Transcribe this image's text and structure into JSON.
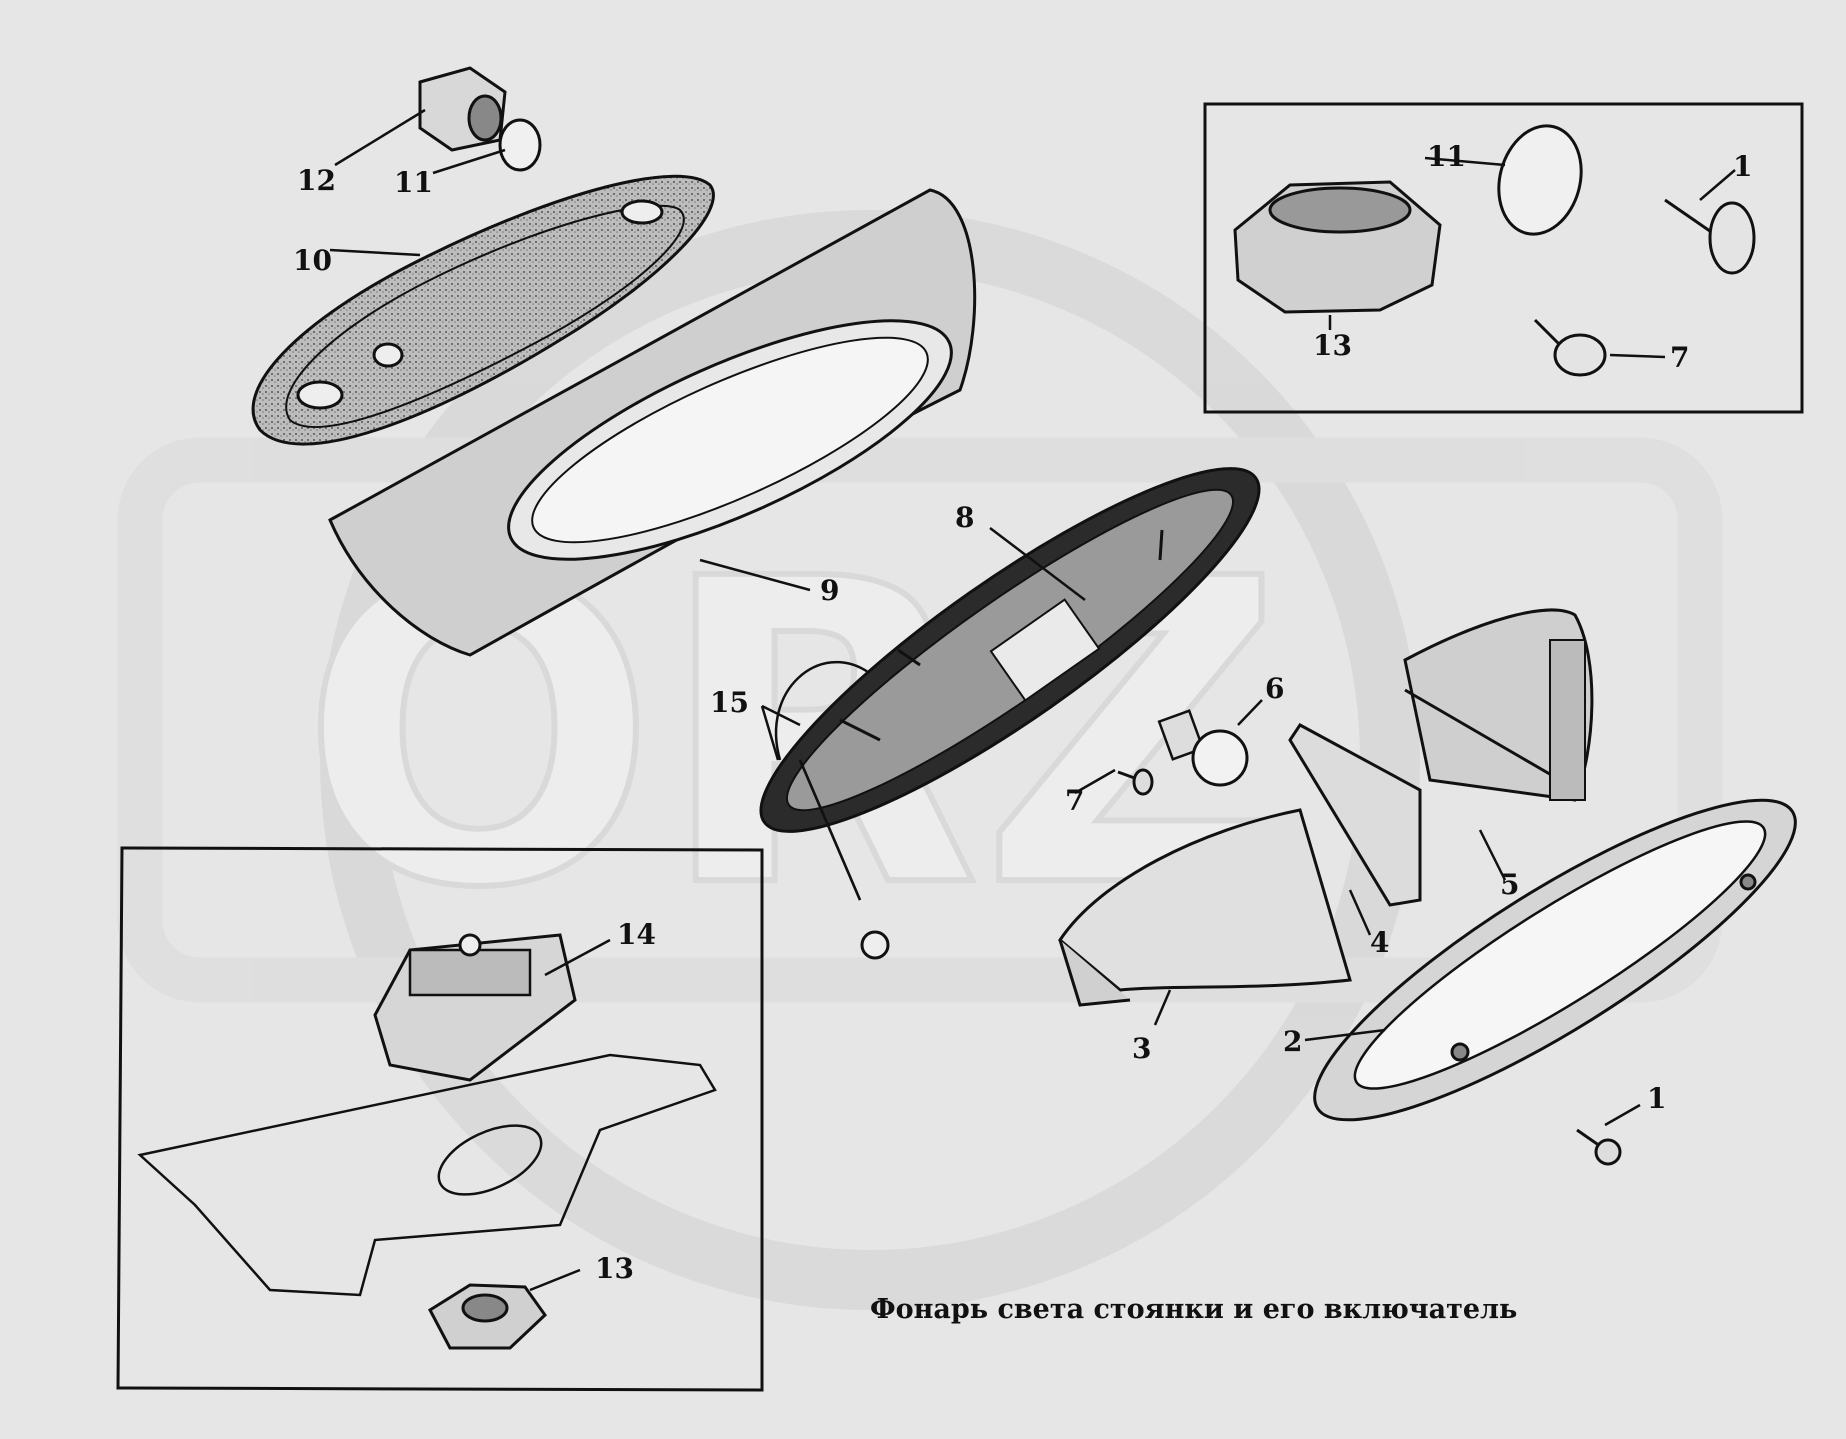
{
  "watermark": "ORZ",
  "caption": "Фонарь света стоянки и его включатель",
  "labels": {
    "l1_inset": "1",
    "l1_bottom": "1",
    "l2": "2",
    "l3": "3",
    "l4": "4",
    "l5": "5",
    "l6": "6",
    "l7_inset": "7",
    "l7_center": "7",
    "l8": "8",
    "l9": "9",
    "l10": "10",
    "l11_top": "11",
    "l11_inset": "11",
    "l12": "12",
    "l13_inset": "13",
    "l13_bottom": "13",
    "l14": "14",
    "l15": "15"
  },
  "colors": {
    "ink": "#111111",
    "paper": "#e6e6e6",
    "watermark": "#d2d2d2",
    "fill": "#c9c9c9"
  }
}
